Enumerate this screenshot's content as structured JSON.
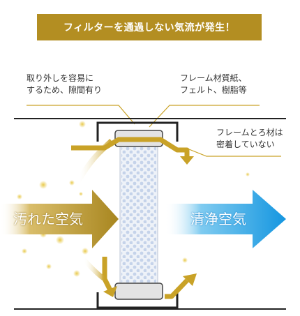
{
  "banner": {
    "text": "フィルターを通過しない気流が発生！"
  },
  "labels": {
    "left": [
      "取り外しを容易に",
      "するため、隙間有り"
    ],
    "right_top": [
      "フレーム材質紙、",
      "フェルト、樹脂等"
    ],
    "right_mid": [
      "フレームとろ材は",
      "密着していない"
    ]
  },
  "arrows": {
    "dirty_air": "汚れた空気",
    "clean_air": "清浄空気"
  },
  "colors": {
    "banner": "#b38e22",
    "gold": "#c9a227",
    "blue": "#29a6e8",
    "duct": "#222222"
  }
}
